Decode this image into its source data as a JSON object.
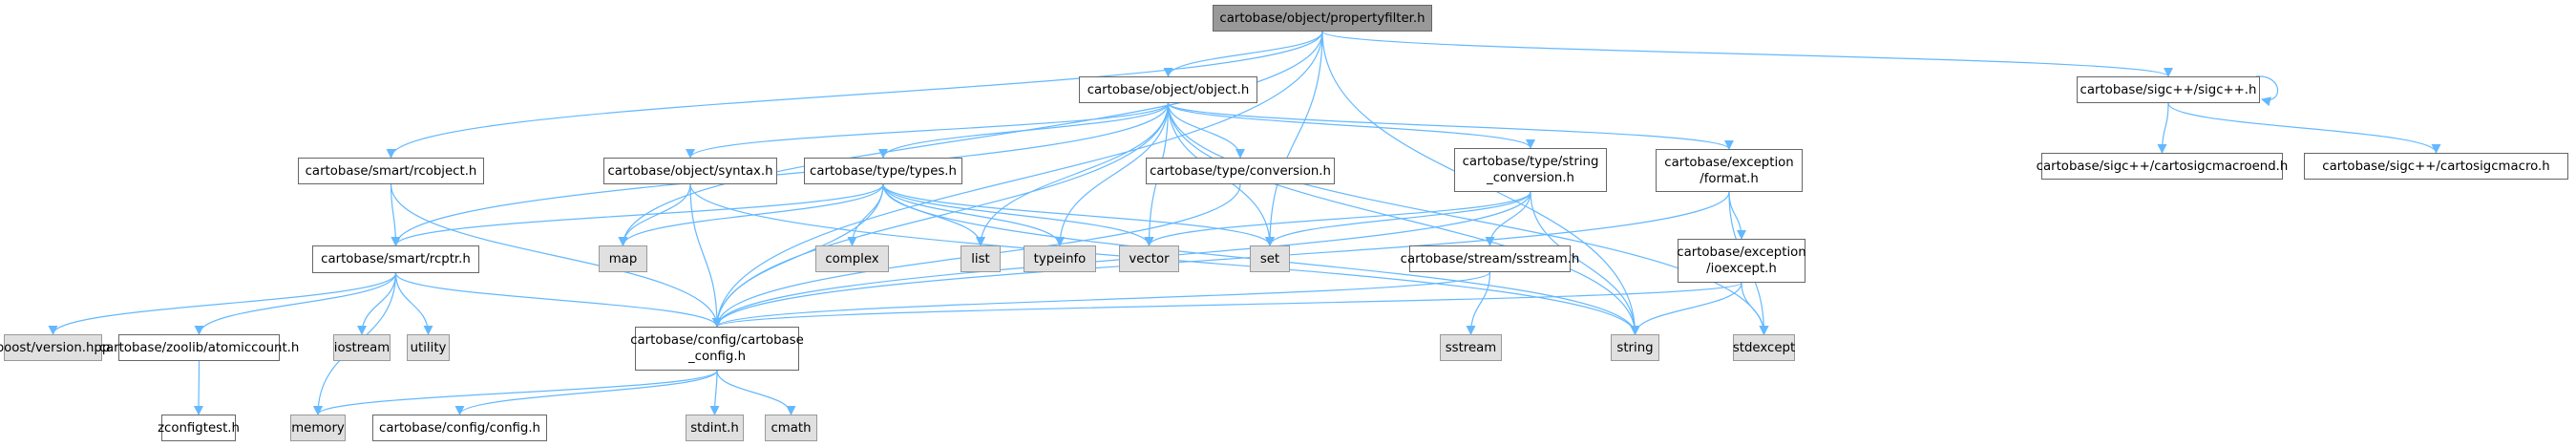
{
  "title": "cartobase/object/propertyfilter.h",
  "colors": {
    "edge": "#63b8ff",
    "root_fill": "#999999",
    "system_fill": "#e0e0e0",
    "node_fill": "#ffffff",
    "border": "#666666"
  },
  "nodes": [
    {
      "id": "propertyfilter",
      "label": "cartobase/object/propertyfilter.h",
      "kind": "root"
    },
    {
      "id": "object",
      "label": "cartobase/object/object.h",
      "kind": "local"
    },
    {
      "id": "sigcpp",
      "label": "cartobase/sigc++/sigc++.h",
      "kind": "local"
    },
    {
      "id": "macroend",
      "label": "cartobase/sigc++/cartosigcmacroend.h",
      "kind": "local"
    },
    {
      "id": "macro",
      "label": "cartobase/sigc++/cartosigcmacro.h",
      "kind": "local"
    },
    {
      "id": "rcobject",
      "label": "cartobase/smart/rcobject.h",
      "kind": "local"
    },
    {
      "id": "syntax",
      "label": "cartobase/object/syntax.h",
      "kind": "local"
    },
    {
      "id": "types",
      "label": "cartobase/type/types.h",
      "kind": "local"
    },
    {
      "id": "conversion",
      "label": "cartobase/type/conversion.h",
      "kind": "local"
    },
    {
      "id": "strconv",
      "label": "cartobase/type/string\n_conversion.h",
      "kind": "local"
    },
    {
      "id": "format",
      "label": "cartobase/exception\n/format.h",
      "kind": "local"
    },
    {
      "id": "rcptr",
      "label": "cartobase/smart/rcptr.h",
      "kind": "local"
    },
    {
      "id": "map",
      "label": "map",
      "kind": "system"
    },
    {
      "id": "complex",
      "label": "complex",
      "kind": "system"
    },
    {
      "id": "list",
      "label": "list",
      "kind": "system"
    },
    {
      "id": "typeinfo",
      "label": "typeinfo",
      "kind": "system"
    },
    {
      "id": "vector",
      "label": "vector",
      "kind": "system"
    },
    {
      "id": "set",
      "label": "set",
      "kind": "system"
    },
    {
      "id": "sstreamh",
      "label": "cartobase/stream/sstream.h",
      "kind": "local"
    },
    {
      "id": "ioexcept",
      "label": "cartobase/exception\n/ioexcept.h",
      "kind": "local"
    },
    {
      "id": "boost",
      "label": "boost/version.hpp",
      "kind": "system"
    },
    {
      "id": "atomic",
      "label": "cartobase/zoolib/atomiccount.h",
      "kind": "local"
    },
    {
      "id": "iostream",
      "label": "iostream",
      "kind": "system"
    },
    {
      "id": "utility",
      "label": "utility",
      "kind": "system"
    },
    {
      "id": "cbconfig",
      "label": "cartobase/config/cartobase\n_config.h",
      "kind": "local"
    },
    {
      "id": "sstream",
      "label": "sstream",
      "kind": "system"
    },
    {
      "id": "string",
      "label": "string",
      "kind": "system"
    },
    {
      "id": "stdexcept",
      "label": "stdexcept",
      "kind": "system"
    },
    {
      "id": "zconfigtest",
      "label": "zconfigtest.h",
      "kind": "local"
    },
    {
      "id": "memory",
      "label": "memory",
      "kind": "system"
    },
    {
      "id": "config",
      "label": "cartobase/config/config.h",
      "kind": "local"
    },
    {
      "id": "stdint",
      "label": "stdint.h",
      "kind": "system"
    },
    {
      "id": "cmath",
      "label": "cmath",
      "kind": "system"
    }
  ],
  "edges": [
    [
      "propertyfilter",
      "object"
    ],
    [
      "propertyfilter",
      "sigcpp"
    ],
    [
      "propertyfilter",
      "rcobject"
    ],
    [
      "propertyfilter",
      "map"
    ],
    [
      "propertyfilter",
      "cbconfig"
    ],
    [
      "propertyfilter",
      "set"
    ],
    [
      "propertyfilter",
      "string"
    ],
    [
      "object",
      "syntax"
    ],
    [
      "object",
      "types"
    ],
    [
      "object",
      "conversion"
    ],
    [
      "object",
      "strconv"
    ],
    [
      "object",
      "format"
    ],
    [
      "object",
      "rcptr"
    ],
    [
      "object",
      "list"
    ],
    [
      "object",
      "typeinfo"
    ],
    [
      "object",
      "vector"
    ],
    [
      "object",
      "set"
    ],
    [
      "object",
      "cbconfig"
    ],
    [
      "object",
      "string"
    ],
    [
      "object",
      "stdexcept"
    ],
    [
      "sigcpp",
      "sigcpp"
    ],
    [
      "sigcpp",
      "macroend"
    ],
    [
      "sigcpp",
      "macro"
    ],
    [
      "rcobject",
      "rcptr"
    ],
    [
      "rcobject",
      "cbconfig"
    ],
    [
      "syntax",
      "map"
    ],
    [
      "syntax",
      "cbconfig"
    ],
    [
      "syntax",
      "string"
    ],
    [
      "types",
      "rcptr"
    ],
    [
      "types",
      "map"
    ],
    [
      "types",
      "complex"
    ],
    [
      "types",
      "list"
    ],
    [
      "types",
      "typeinfo"
    ],
    [
      "types",
      "vector"
    ],
    [
      "types",
      "set"
    ],
    [
      "types",
      "cbconfig"
    ],
    [
      "types",
      "string"
    ],
    [
      "conversion",
      "cbconfig"
    ],
    [
      "strconv",
      "sstreamh"
    ],
    [
      "strconv",
      "vector"
    ],
    [
      "strconv",
      "set"
    ],
    [
      "strconv",
      "cbconfig"
    ],
    [
      "strconv",
      "string"
    ],
    [
      "format",
      "ioexcept"
    ],
    [
      "format",
      "cbconfig"
    ],
    [
      "format",
      "stdexcept"
    ],
    [
      "sstreamh",
      "sstream"
    ],
    [
      "sstreamh",
      "cbconfig"
    ],
    [
      "ioexcept",
      "string"
    ],
    [
      "ioexcept",
      "stdexcept"
    ],
    [
      "ioexcept",
      "cbconfig"
    ],
    [
      "rcptr",
      "boost"
    ],
    [
      "rcptr",
      "atomic"
    ],
    [
      "rcptr",
      "iostream"
    ],
    [
      "rcptr",
      "utility"
    ],
    [
      "rcptr",
      "cbconfig"
    ],
    [
      "rcptr",
      "memory"
    ],
    [
      "atomic",
      "zconfigtest"
    ],
    [
      "cbconfig",
      "memory"
    ],
    [
      "cbconfig",
      "config"
    ],
    [
      "cbconfig",
      "stdint"
    ],
    [
      "cbconfig",
      "cmath"
    ]
  ]
}
